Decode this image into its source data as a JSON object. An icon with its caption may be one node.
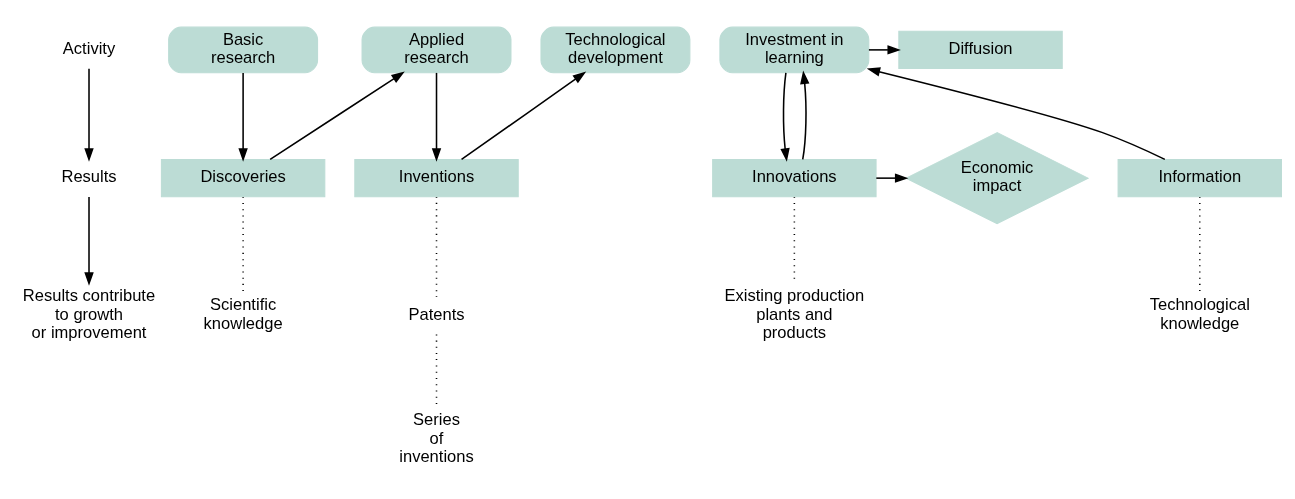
{
  "diagram": {
    "nodes": [
      {
        "text": [
          "Activity"
        ]
      },
      {
        "text": [
          "Results"
        ]
      },
      {
        "text": [
          "Results contribute to growth or improvement"
        ]
      },
      {
        "text": [
          "Basic research"
        ]
      },
      {
        "text": [
          "Applied research"
        ]
      },
      {
        "text": [
          "Technological development"
        ]
      },
      {
        "text": [
          "Investment in learning"
        ]
      },
      {
        "text": [
          "Diffusion"
        ]
      },
      {
        "text": [
          "Economic impact"
        ]
      },
      {
        "text": [
          "Discoveries"
        ]
      },
      {
        "text": [
          "Inventions"
        ]
      },
      {
        "text": [
          "Information"
        ]
      },
      {
        "text": [
          "Innovations"
        ]
      },
      {
        "text": [
          "Scientific knowledge"
        ]
      },
      {
        "text": [
          "Patents"
        ]
      },
      {
        "text": [
          "Series of inventions"
        ]
      },
      {
        "text": [
          "Technological knowledge"
        ]
      },
      {
        "text": [
          "Existing production plants and products"
        ]
      }
    ],
    "edges": [
      {
        "from": 0,
        "to": 1,
        "arrow": "to"
      },
      {
        "from": 1,
        "to": 2,
        "arrow": "to"
      },
      {
        "from": 3,
        "to": 9,
        "arrow": "to"
      },
      {
        "from": 9,
        "to": 4,
        "arrow": "to"
      },
      {
        "from": 4,
        "to": 10,
        "arrow": "to"
      },
      {
        "from": 10,
        "to": 5,
        "arrow": "to"
      },
      {
        "from": 11,
        "to": 6,
        "arrow": "to"
      },
      {
        "from": 6,
        "to": 12,
        "arrow": "to"
      },
      {
        "from": 12,
        "to": 6,
        "arrow": "to"
      },
      {
        "from": 6,
        "to": 7,
        "arrow": "to"
      },
      {
        "from": 12,
        "to": 8,
        "arrow": "to"
      },
      {
        "from": 9,
        "to": 13,
        "arrow": "none",
        "style": "dashed"
      },
      {
        "from": 10,
        "to": 14,
        "arrow": "none",
        "style": "dashed"
      },
      {
        "from": 14,
        "to": 15,
        "arrow": "none",
        "style": "dashed"
      },
      {
        "from": 11,
        "to": 16,
        "arrow": "none",
        "style": "dashed"
      },
      {
        "from": 12,
        "to": 17,
        "arrow": "none",
        "style": "dashed"
      }
    ]
  }
}
